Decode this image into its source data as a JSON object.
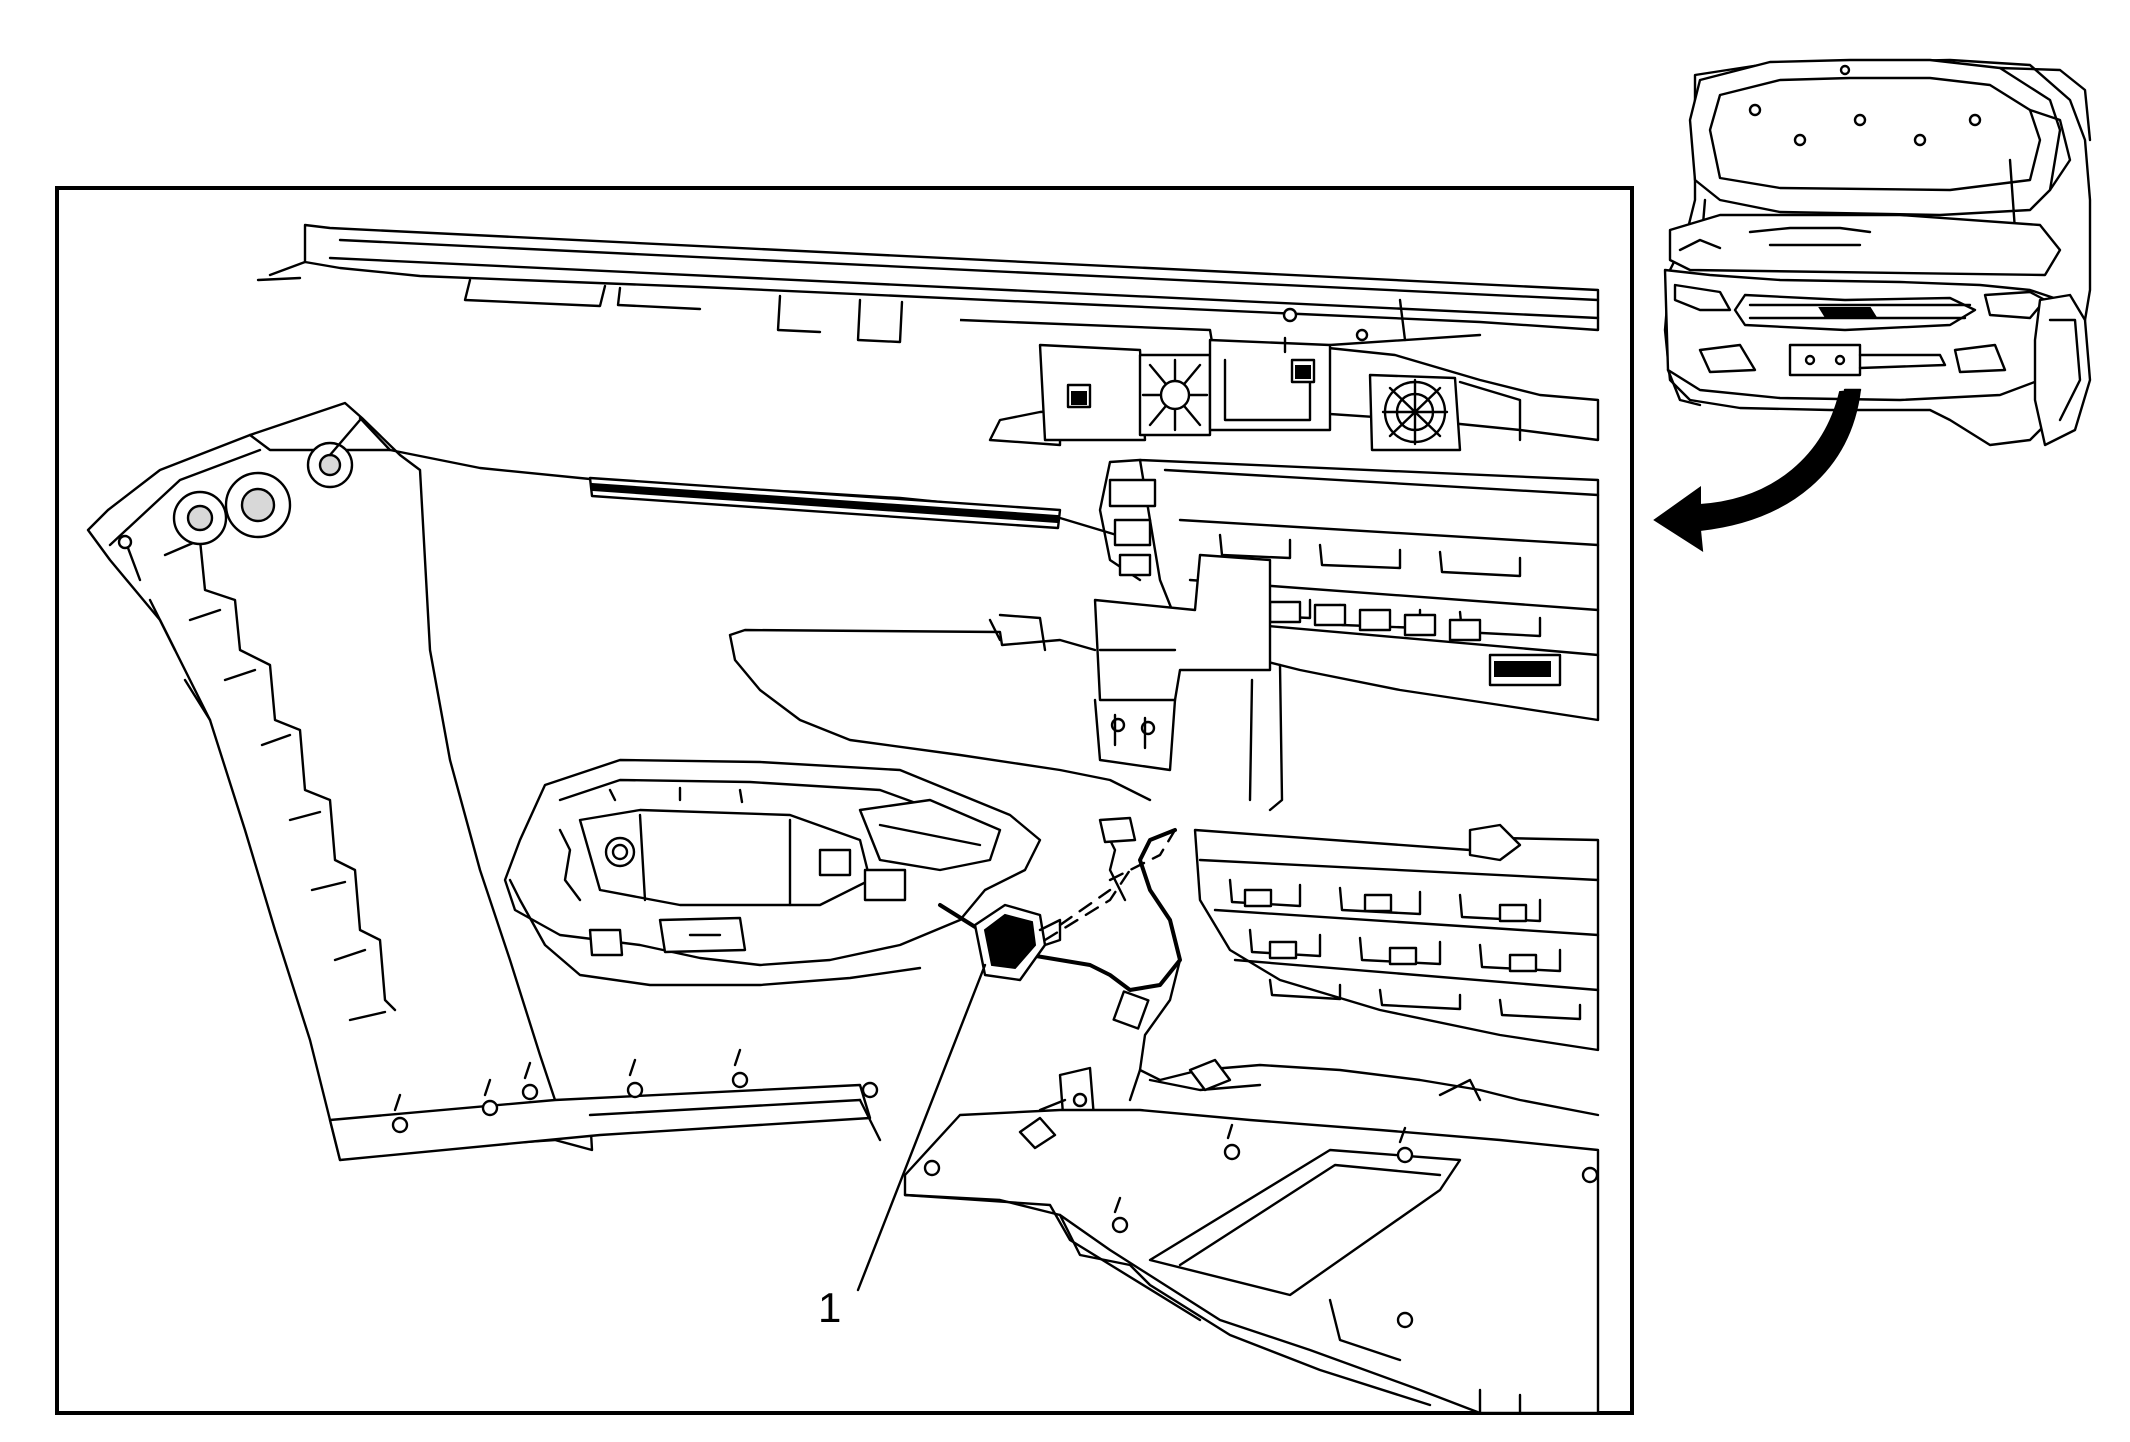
{
  "diagram": {
    "callouts": [
      {
        "id": "1",
        "label": "1",
        "target": "connector"
      }
    ],
    "inset": {
      "subject": "vehicle-front-view",
      "icon": "curved-arrow-icon"
    },
    "colors": {
      "line": "#000000",
      "background": "#ffffff",
      "shade": "#d8d8d8"
    }
  }
}
